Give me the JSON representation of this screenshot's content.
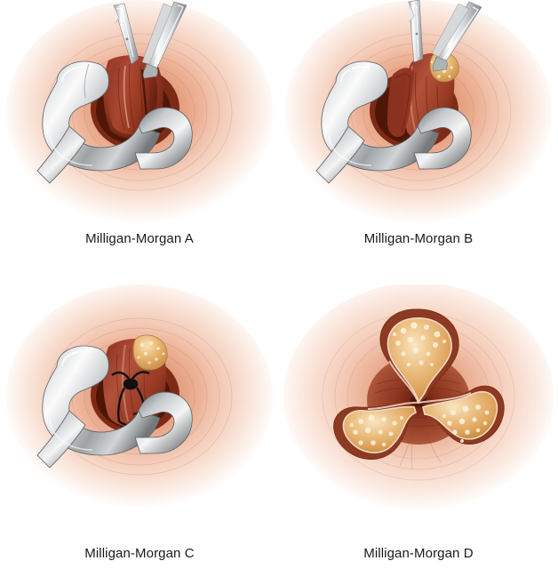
{
  "figure": {
    "title": "Milligan-Morgan hemorrhoidectomy technique series",
    "layout": "2x2 grid of surgical illustrations",
    "background_color": "#ffffff"
  },
  "palette": {
    "skin_outer": "#f7d6c6",
    "skin_mid": "#eeb296",
    "skin_inner": "#e09878",
    "perianal_deep": "#c9795c",
    "mucosa_red": "#9c3b28",
    "mucosa_red_dark": "#6e2518",
    "mucosa_red_light": "#b8543c",
    "hemorrhoid_gold": "#e0a košice",
    "granulation_gold": "#e2a css",
    "gold_base": "#deа070",
    "gold_light": "#f6dcae",
    "metal_light": "#fbfbfb",
    "metal_mid": "#c3c6c8",
    "metal_dark": "#6d7174",
    "metal_shadow": "#3c4043",
    "suture_black": "#111111",
    "label_text": "#1a1a1a"
  },
  "panels": [
    {
      "id": "a",
      "label": "Milligan-Morgan A",
      "position": "top-left",
      "description": "Anal canal retracted open with an S-shaped retractor; scissors and forceps dissect the hemorrhoidal pedicle.",
      "instruments": [
        "retractor",
        "scissors",
        "forceps"
      ],
      "features": [
        "anal-verge",
        "retractor",
        "scissors",
        "forceps",
        "hemorrhoid-tissue",
        "incision-line"
      ]
    },
    {
      "id": "b",
      "label": "Milligan-Morgan B",
      "position": "top-right",
      "description": "Hemorrhoidal cushion lifted by forceps and dissected free from the underlying sphincter; scissors continue the excision.",
      "instruments": [
        "retractor",
        "scissors",
        "forceps"
      ],
      "features": [
        "anal-verge",
        "retractor",
        "scissors",
        "forceps",
        "excised-hemorrhoid",
        "gold-submucosa"
      ]
    },
    {
      "id": "c",
      "label": "Milligan-Morgan C",
      "position": "bottom-left",
      "description": "Vascular pedicle transfixed and ligated with a suture at the base of the dissected hemorrhoid.",
      "instruments": [
        "retractor",
        "suture"
      ],
      "features": [
        "anal-verge",
        "retractor",
        "pedicle-ligature",
        "suture-knot",
        "gold-submucosa"
      ]
    },
    {
      "id": "d",
      "label": "Milligan-Morgan D",
      "position": "bottom-right",
      "description": "Final result: three open clover-leaf wounds at the 3, 7 and 11 o'clock positions separated by intact mucosal bridges.",
      "instruments": [],
      "features": [
        "anal-verge",
        "three-open-wounds",
        "mucosal-bridges",
        "granulation-tissue"
      ],
      "wound_count": 3
    }
  ]
}
